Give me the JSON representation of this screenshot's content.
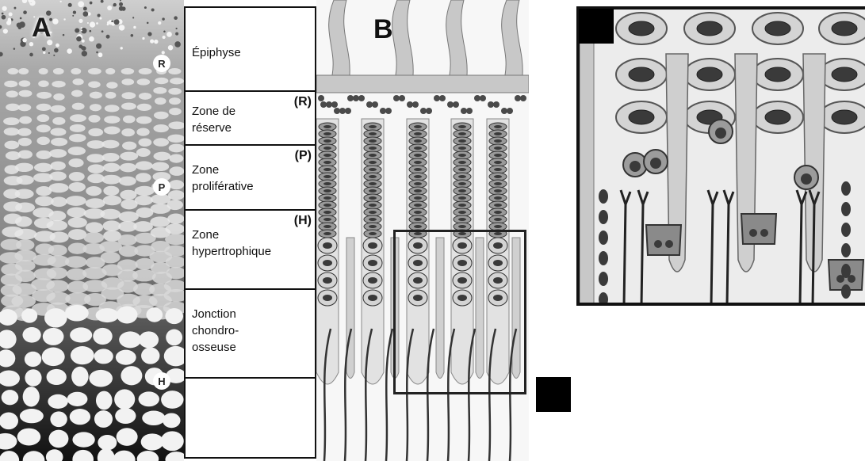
{
  "panel_a": {
    "letter": "A",
    "markers": {
      "r": "R",
      "p": "P",
      "h": "H"
    }
  },
  "panel_b": {
    "letter": "B"
  },
  "zones": [
    {
      "name": "Épiphyse",
      "code": ""
    },
    {
      "name": "Zone de\nréserve",
      "code": "(R)"
    },
    {
      "name": "Zone\nproliférative",
      "code": "(P)"
    },
    {
      "name": "Zone\nhypertrophique",
      "code": "(H)"
    },
    {
      "name": "Jonction\nchondro-\nosseuse",
      "code": ""
    },
    {
      "name": "",
      "code": ""
    }
  ],
  "colors": {
    "bone": "#c8c8c8",
    "cell": "#d4d4d4",
    "nucleus": "#3a3a3a",
    "frame": "#111111"
  }
}
